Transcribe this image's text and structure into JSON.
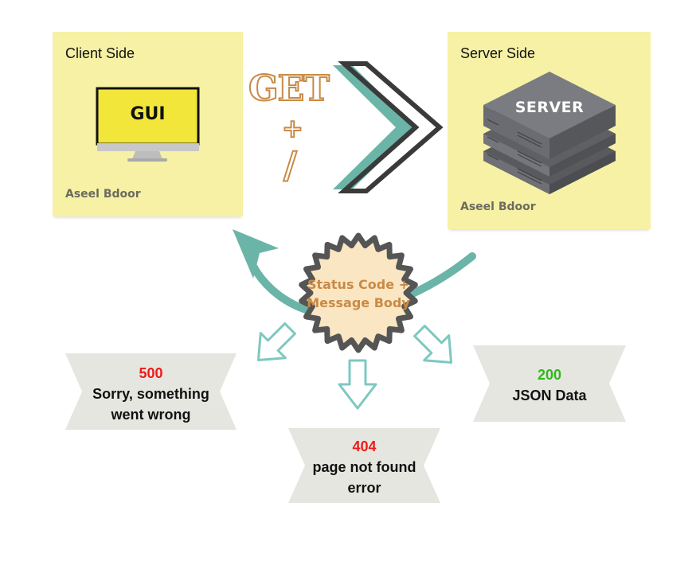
{
  "client": {
    "title": "Client Side",
    "monitor_label": "GUI",
    "author": "Aseel Bdoor"
  },
  "server": {
    "title": "Server Side",
    "server_label": "SERVER",
    "author": "Aseel Bdoor"
  },
  "request": {
    "method": "GET",
    "plus": "+",
    "path": "/"
  },
  "response": {
    "line1": "Status Code +",
    "line2": "Message Body"
  },
  "outcomes": [
    {
      "code": "500",
      "line1": "Sorry, something",
      "line2": "went wrong"
    },
    {
      "code": "404",
      "line1": "page not found",
      "line2": "error"
    },
    {
      "code": "200",
      "line1": "JSON Data",
      "line2": ""
    }
  ],
  "colors": {
    "note": "#f6f1a4",
    "teal": "#6bb5a8",
    "seal": "#fbe6c4",
    "seal_border": "#4a4a4a",
    "seal_text": "#c98a45",
    "ribbon": "#e6e6e0",
    "error": "#ee1b1b",
    "success": "#2fba1a"
  }
}
